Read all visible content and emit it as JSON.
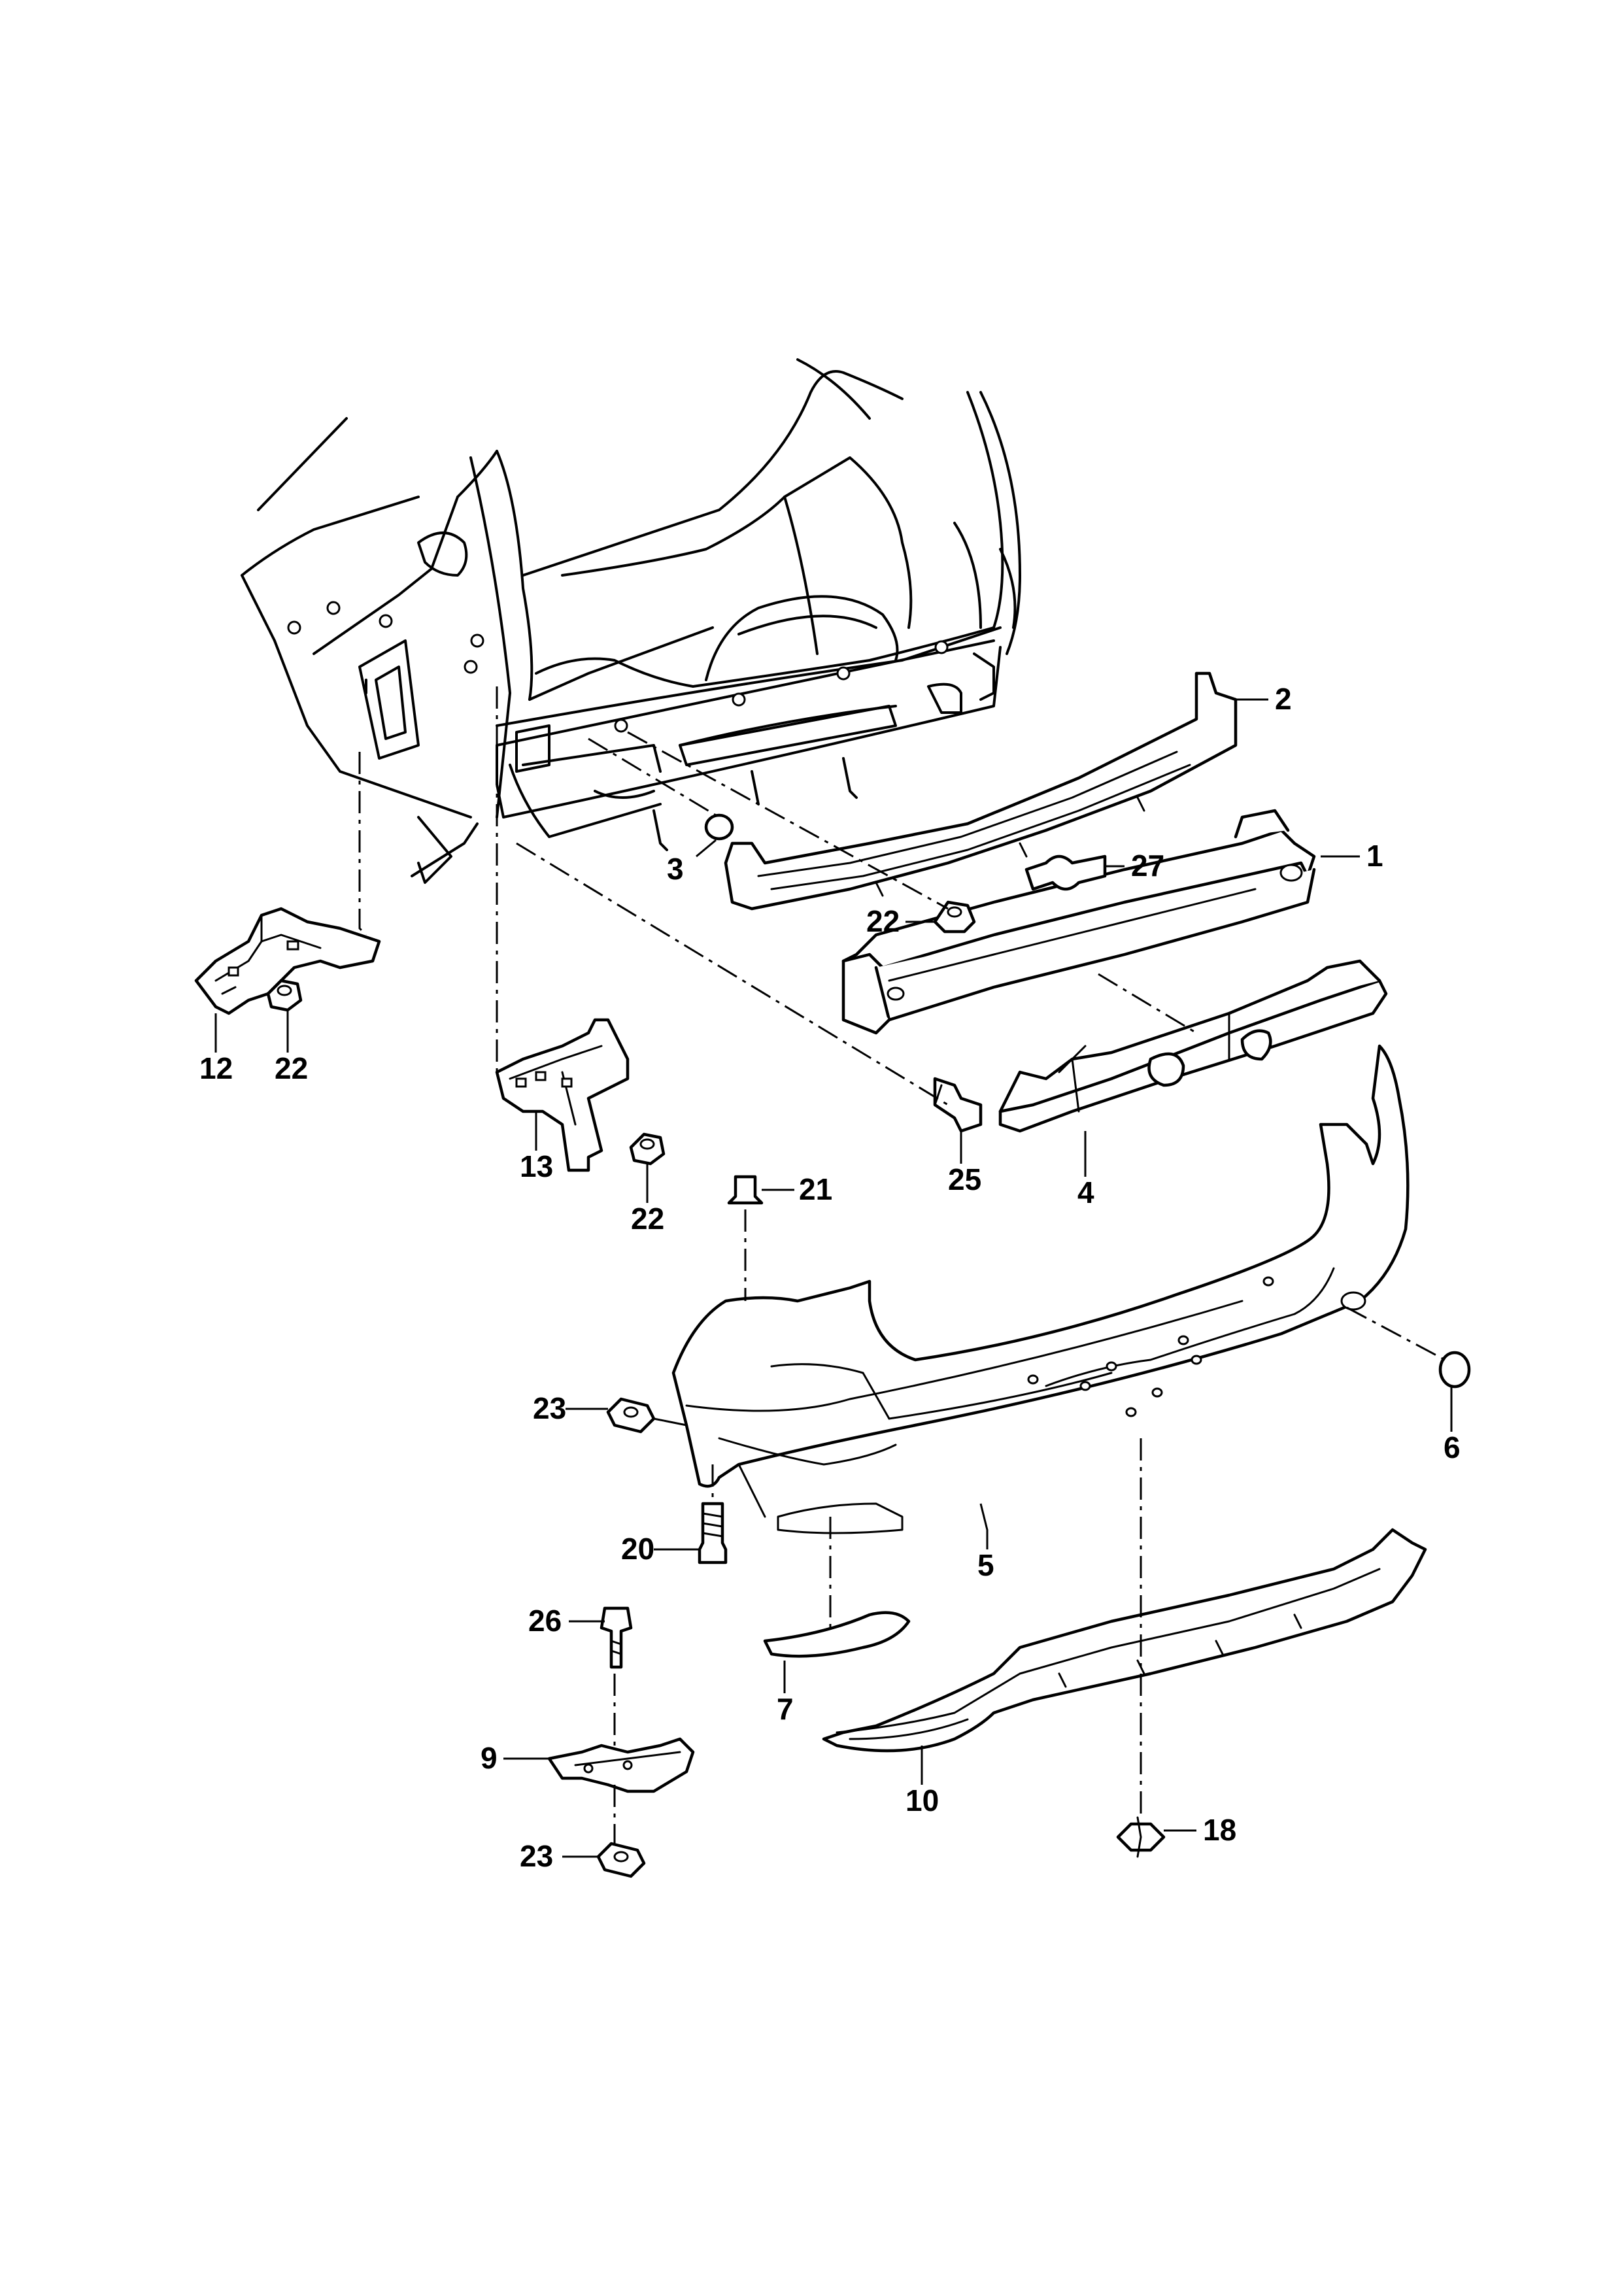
{
  "callouts": {
    "c1": "1",
    "c2": "2",
    "c3": "3",
    "c4": "4",
    "c5": "5",
    "c6": "6",
    "c7": "7",
    "c9": "9",
    "c10": "10",
    "c12": "12",
    "c13": "13",
    "c18": "18",
    "c20": "20",
    "c21": "21",
    "c22a": "22",
    "c22b": "22",
    "c22c": "22",
    "c23a": "23",
    "c23b": "23",
    "c25": "25",
    "c26": "26",
    "c27": "27"
  }
}
